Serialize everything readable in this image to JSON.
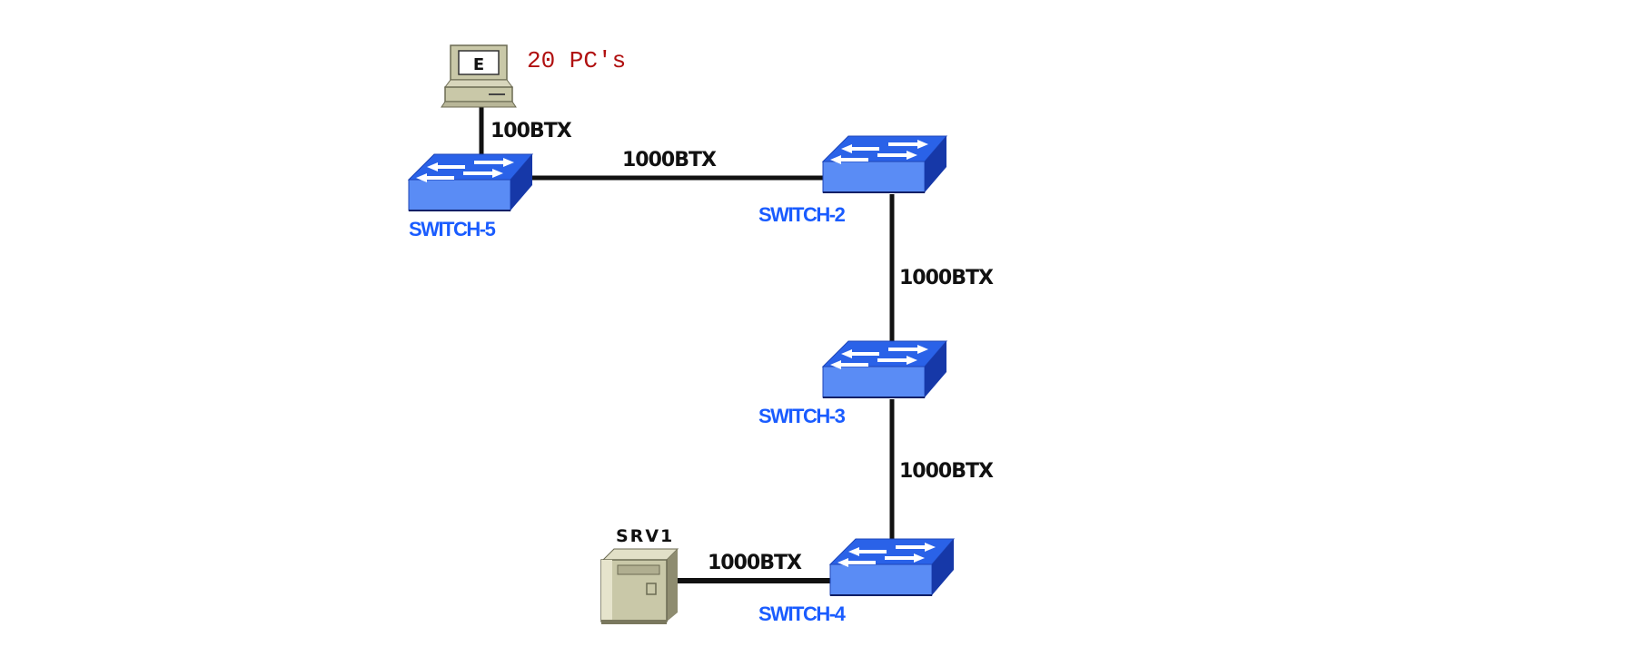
{
  "diagram": {
    "type": "network-topology",
    "nodes": [
      {
        "id": "pc",
        "kind": "workstation",
        "icon": "computer-icon",
        "screen_letter": "E",
        "note": "20 PC's"
      },
      {
        "id": "switch5",
        "kind": "switch",
        "icon": "switch-icon",
        "label": "SWITCH-5"
      },
      {
        "id": "switch2",
        "kind": "switch",
        "icon": "switch-icon",
        "label": "SWITCH-2"
      },
      {
        "id": "switch3",
        "kind": "switch",
        "icon": "switch-icon",
        "label": "SWITCH-3"
      },
      {
        "id": "switch4",
        "kind": "switch",
        "icon": "switch-icon",
        "label": "SWITCH-4"
      },
      {
        "id": "srv1",
        "kind": "server",
        "icon": "server-icon",
        "label": "SRV1"
      }
    ],
    "links": [
      {
        "from": "pc",
        "to": "switch5",
        "label": "100BTX"
      },
      {
        "from": "switch5",
        "to": "switch2",
        "label": "1000BTX"
      },
      {
        "from": "switch2",
        "to": "switch3",
        "label": "1000BTX"
      },
      {
        "from": "switch3",
        "to": "switch4",
        "label": "1000BTX"
      },
      {
        "from": "srv1",
        "to": "switch4",
        "label": "1000BTX"
      }
    ],
    "colors": {
      "switch_top": "#2a62e8",
      "switch_front": "#5a8cf5",
      "switch_side": "#1638a8",
      "switch_label": "#1a5cff",
      "note": "#b01010",
      "link": "#111111",
      "device_beige": "#c9c8a8"
    }
  }
}
